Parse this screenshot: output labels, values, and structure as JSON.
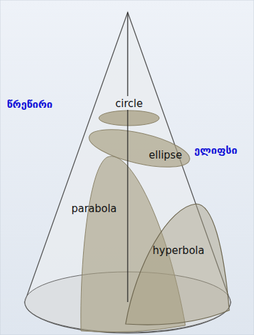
{
  "diagram": {
    "nodes": [
      {
        "text": [
          "circle"
        ]
      },
      {
        "text": [
          "ellipse"
        ]
      },
      {
        "text": [
          "parabola"
        ]
      },
      {
        "text": [
          "hyperbola"
        ]
      }
    ],
    "labels": [
      "წრეწირი",
      "ელიფსი"
    ]
  }
}
